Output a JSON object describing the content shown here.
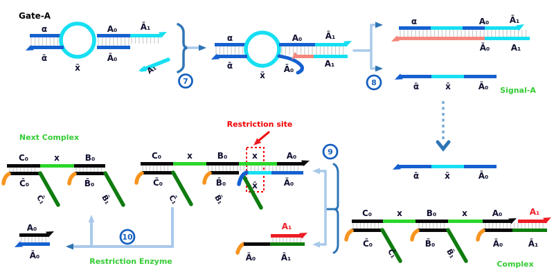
{
  "colors": {
    "strand_blue": "#1560d0",
    "strand_cyan": "#17dff2",
    "strand_salmon": "#f5877c",
    "strand_black": "#0a0a0a",
    "strand_red": "#ed1c24",
    "segment_green": "#2bd62b",
    "strand_dark_green": "#0f7c0f",
    "tail_orange": "#f7941e",
    "tick_gray": "#cccccc",
    "label_navy": "#101030",
    "caption_green": "#33cc33",
    "annotation_red": "#f20000",
    "step_blue": "#1660c0",
    "arrow_light": "#a9c9ea",
    "arrow_dark": "#2e75b6"
  },
  "captions": {
    "gate_a": "Gate-A",
    "signal_a": "Signal-A",
    "next_complex": "Next Complex",
    "complex": "Complex",
    "restriction_site": "Restriction site",
    "restriction_enzyme": "Restriction Enzyme"
  },
  "steps": {
    "seven": "7",
    "eight": "8",
    "nine": "9",
    "ten": "10"
  },
  "segments": {
    "alpha": "α",
    "alpha_bar": "ᾱ",
    "x": "x",
    "x_bar": "x̄",
    "a0": "A₀",
    "a0_bar": "Ā₀",
    "a1": "A₁",
    "a1_bar": "Ā₁",
    "b0": "B₀",
    "b0_bar": "B̄₀",
    "b1_bar": "B̄₁",
    "c0": "C₀",
    "c0_bar": "C̄₀",
    "c1_bar": "C̄₁"
  }
}
